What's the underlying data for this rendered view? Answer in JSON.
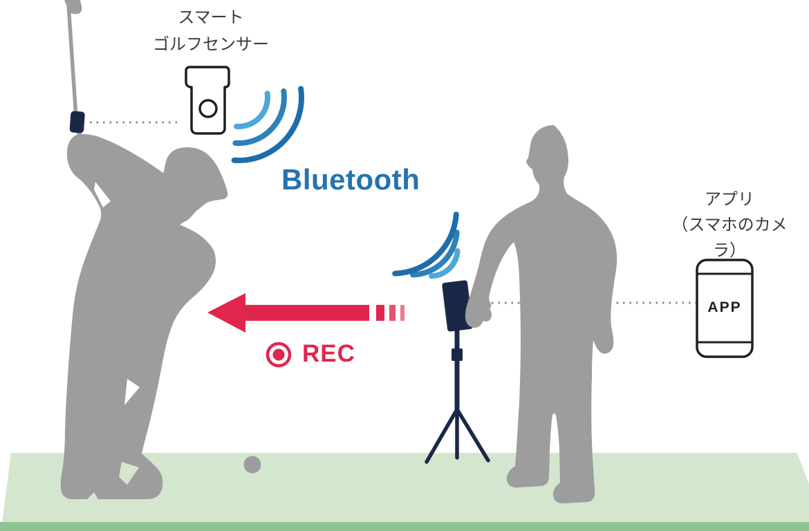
{
  "labels": {
    "sensor_line1": "スマート",
    "sensor_line2": "ゴルフセンサー",
    "bluetooth": "Bluetooth",
    "rec": "REC",
    "app_line1": "アプリ",
    "app_line2": "（スマホのカメラ）",
    "phone_screen": "APP"
  },
  "icons": {
    "sensor_device": "smart-golf-sensor-outline-with-lens",
    "bluetooth_waves": "three-arc-signal",
    "record": "circle-with-dot",
    "arrow": "left-arrow-with-fading-dashes",
    "app_phone": "smartphone-outline",
    "camera_phone": "phone-on-tripod",
    "golfer": "golfer-backswing-silhouette",
    "assistant": "standing-person-silhouette",
    "ball": "golf-ball"
  },
  "colors": {
    "silhouette_gray": "#9d9d9d",
    "device_navy": "#1a2848",
    "bluetooth_text_blue": "#2673ae",
    "wave_blue_light": "#4da7d8",
    "wave_blue_mid": "#2e80b8",
    "wave_blue_dark": "#1e6dab",
    "rec_red": "#e0264d",
    "ground_green": "#d5e6cf",
    "ground_edge_green": "#8fc492",
    "outline_black": "#1f1f1f",
    "label_text": "#3b3b3b"
  }
}
